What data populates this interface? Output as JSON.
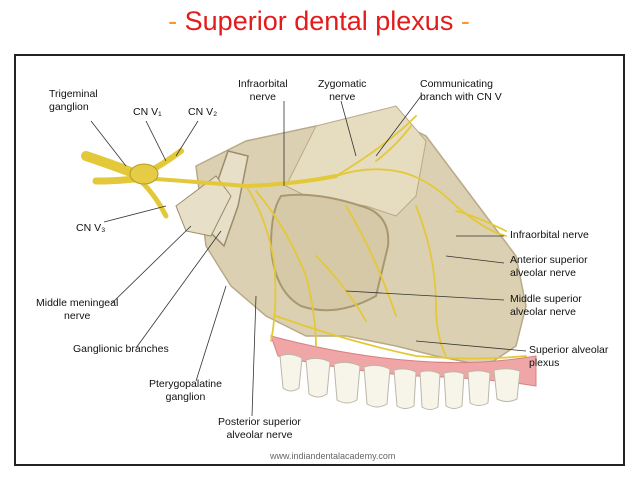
{
  "slide": {
    "title_prefix": "- ",
    "title_text": "Superior dental plexus",
    "title_suffix": " -",
    "colors": {
      "title_dash": "#f59a2a",
      "title_text": "#e31b1b"
    }
  },
  "figure": {
    "labels": {
      "trigeminal_ganglion": "Trigeminal\nganglion",
      "cn_v1": "CN V₁",
      "cn_v2": "CN V₂",
      "cn_v3": "CN V₃",
      "infraorbital_nerve_top": "Infraorbital\nnerve",
      "zygomatic_nerve": "Zygomatic\nnerve",
      "communicating_branch": "Communicating\nbranch with CN V",
      "infraorbital_nerve_right": "Infraorbital nerve",
      "anterior_superior_alveolar": "Anterior superior\nalveolar nerve",
      "middle_superior_alveolar": "Middle superior\nalveolar nerve",
      "superior_alveolar_plexus": "Superior alveolar\nplexus",
      "middle_meningeal_nerve": "Middle meningeal\nnerve",
      "ganglionic_branches": "Ganglionic branches",
      "pterygopalatine_ganglion": "Pterygopalatine\nganglion",
      "posterior_superior_alveolar": "Posterior superior\nalveolar nerve"
    },
    "watermark": "www.indiandentalacademy.com",
    "colors": {
      "bone": "#dcd0b2",
      "bone_shadow": "#b8aa88",
      "nerve": "#e3c83a",
      "gum": "#f0a6a6",
      "teeth": "#f7f4ea"
    }
  }
}
